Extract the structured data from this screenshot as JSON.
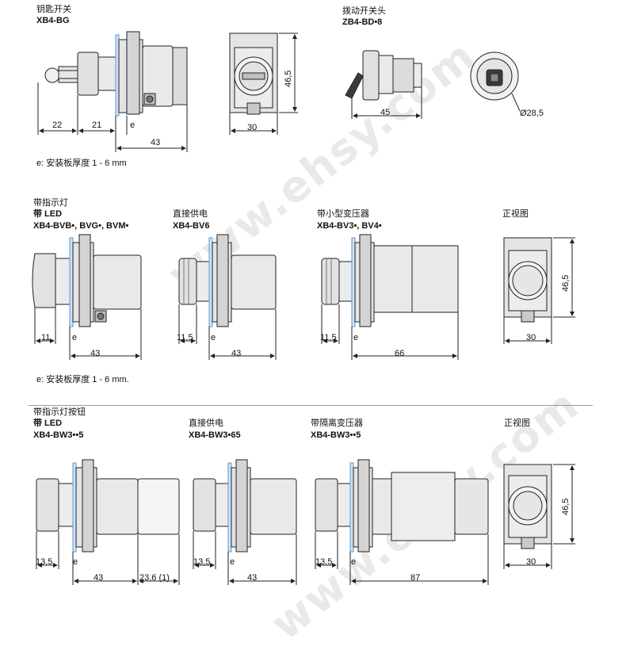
{
  "watermark": "www.ehsy.com",
  "row1": {
    "key": {
      "title": "钥匙开关",
      "code": "XB4-BG",
      "dims": [
        "22",
        "21",
        "e",
        "43",
        "30",
        "46,5"
      ]
    },
    "toggle": {
      "title": "拨动开关头",
      "code": "ZB4-BD•8",
      "dims": [
        "45",
        "Ø28,5"
      ]
    },
    "note": "e: 安装板厚度 1 - 6 mm"
  },
  "row2": {
    "led": {
      "title1": "带指示灯",
      "title2": "带 LED",
      "code": "XB4-BVB•, BVG•, BVM•",
      "dims": [
        "11",
        "e",
        "43"
      ]
    },
    "direct": {
      "title": "直接供电",
      "code": "XB4-BV6",
      "dims": [
        "11,5",
        "e",
        "43"
      ]
    },
    "transformer": {
      "title": "带小型变压器",
      "code": "XB4-BV3•, BV4•",
      "dims": [
        "11,5",
        "e",
        "66"
      ]
    },
    "front": {
      "title": "正视图",
      "dims": [
        "30",
        "46,5"
      ]
    },
    "note": "e: 安装板厚度 1 - 6 mm."
  },
  "row3": {
    "led": {
      "title1": "带指示灯按钮",
      "title2": "带 LED",
      "code": "XB4-BW3••5",
      "dims": [
        "13,5",
        "e",
        "43",
        "23,6 (1)"
      ]
    },
    "direct": {
      "title": "直接供电",
      "code": "XB4-BW3•65",
      "dims": [
        "13,5",
        "e",
        "43"
      ]
    },
    "isolating": {
      "title": "带隔离变压器",
      "code": "XB4-BW3••5",
      "dims": [
        "13,5",
        "e",
        "87"
      ]
    },
    "front": {
      "title": "正视图",
      "dims": [
        "46,5",
        "30"
      ]
    }
  },
  "colors": {
    "line": "#222222",
    "body": "#e6e6e6",
    "dark": "#3a3a3a",
    "mount": "#5a9bd5"
  }
}
